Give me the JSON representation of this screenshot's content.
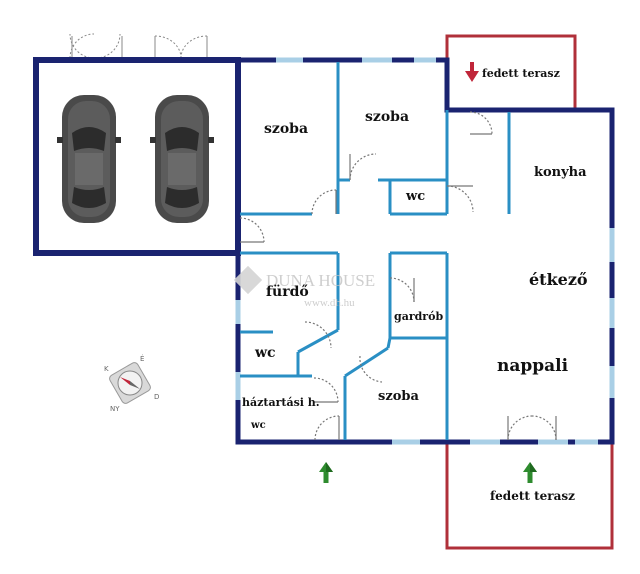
{
  "colors": {
    "outer_wall": "#1a2370",
    "inner_wall": "#2a8fc4",
    "terrace": "#b0303a",
    "window": "#a9cfe6",
    "arrow_green": "#2e8b2e",
    "arrow_red": "#c0263a"
  },
  "rooms": {
    "szoba_1": "szoba",
    "szoba_2": "szoba",
    "wc_1": "wc",
    "konyha": "konyha",
    "furdo": "fürdő",
    "etkezo": "étkező",
    "gardrob": "gardrób",
    "wc_2": "wc",
    "nappali": "nappali",
    "haztartasi": "háztartási h.",
    "wc_3": "wc",
    "szoba_3": "szoba",
    "terrace_top": "fedett terasz",
    "terrace_bottom": "fedett terasz"
  },
  "watermark": {
    "brand": "DUNA HOUSE",
    "url": "www.dh.hu"
  },
  "compass": {
    "north": "É",
    "south": "D",
    "east": "K",
    "west": "NY"
  },
  "icons": {
    "garage_car": "car-icon",
    "entrance_arrow": "arrow-up-icon",
    "terrace_arrow": "arrow-down-icon"
  }
}
